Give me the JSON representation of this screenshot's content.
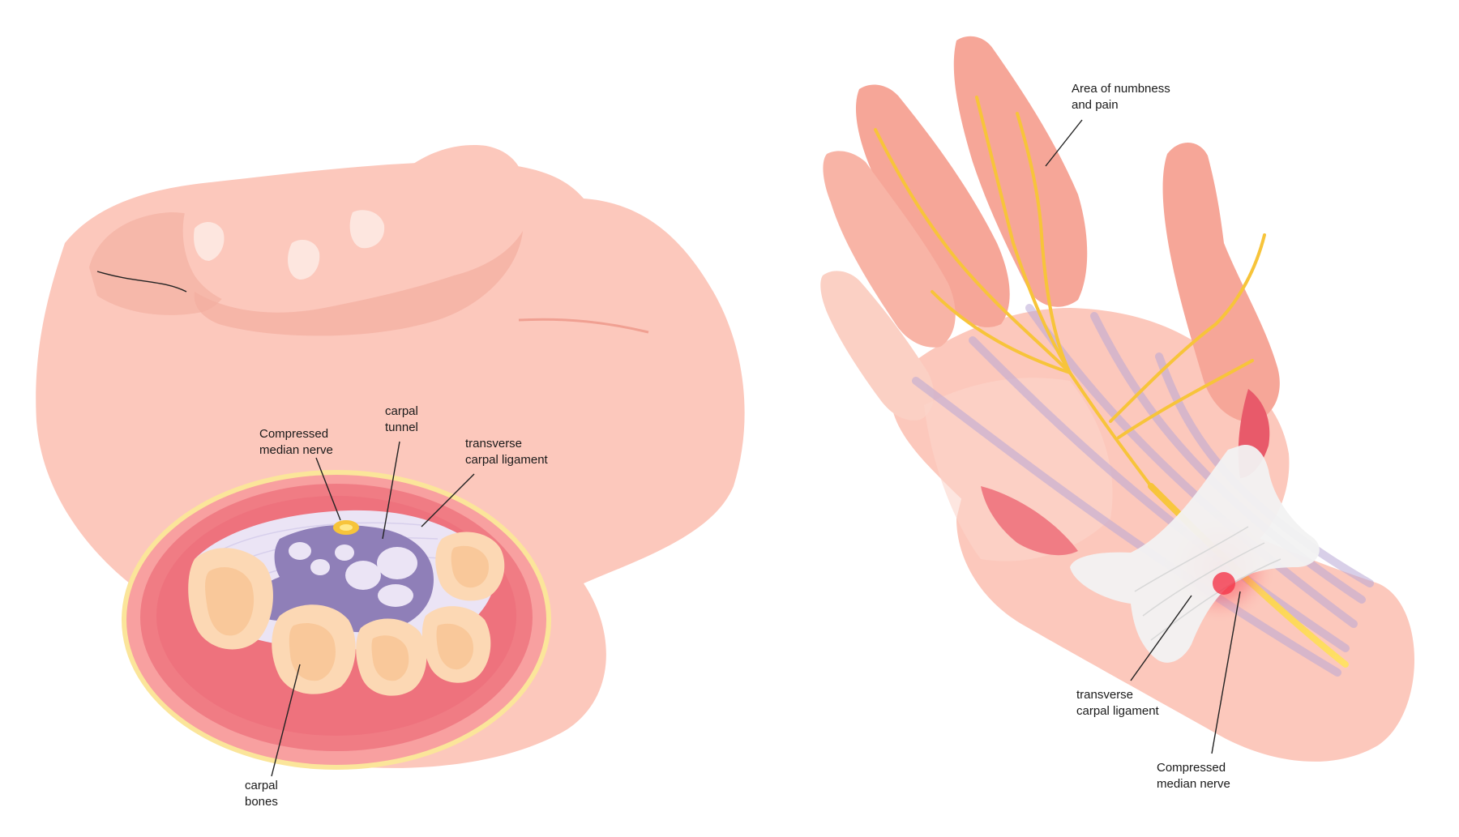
{
  "colors": {
    "skin": "#fcc8bc",
    "skin_shadow": "#f3aea0",
    "skin_dark": "#ef9a8c",
    "muscle": "#f07c84",
    "muscle_dark": "#e85a6a",
    "tendon_outline": "#f7d46a",
    "bone": "#fcd8b4",
    "bone_inner": "#f9c89a",
    "tunnel": "#ebe4f5",
    "tendon_purple": "#8f7fb8",
    "nerve": "#f7c43a",
    "ligament": "#f2f2f2",
    "hotspot": "#f4364a"
  },
  "left_figure": {
    "labels": {
      "compressed_nerve": [
        "Compressed",
        "median nerve"
      ],
      "carpal_tunnel": [
        "carpal",
        "tunnel"
      ],
      "transverse_ligament": [
        "transverse",
        "carpal ligament"
      ],
      "carpal_bones": [
        "carpal",
        "bones"
      ]
    }
  },
  "right_figure": {
    "labels": {
      "numbness_area": [
        "Area of numbness",
        "and pain"
      ],
      "transverse_ligament": [
        "transverse",
        "carpal ligament"
      ],
      "compressed_nerve": [
        "Compressed",
        "median nerve"
      ]
    }
  }
}
